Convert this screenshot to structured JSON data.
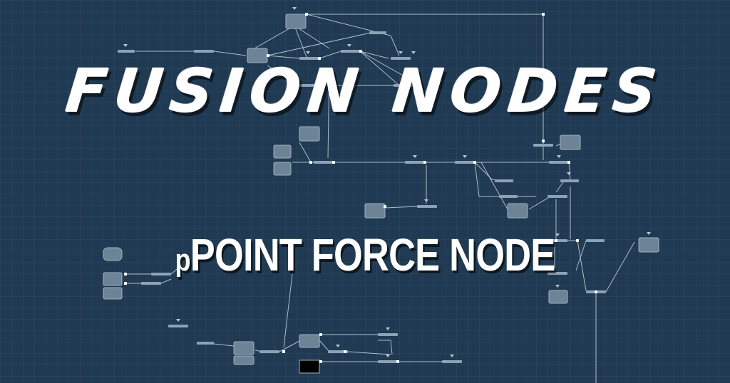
{
  "canvas": {
    "background": "#1f3a52",
    "node_color": "#6d8396",
    "wire_color": "#c9d4de"
  },
  "main_title": "FUSION NODES",
  "sub_title": {
    "prefix": "p",
    "main": "POINT FORCE NODE"
  }
}
